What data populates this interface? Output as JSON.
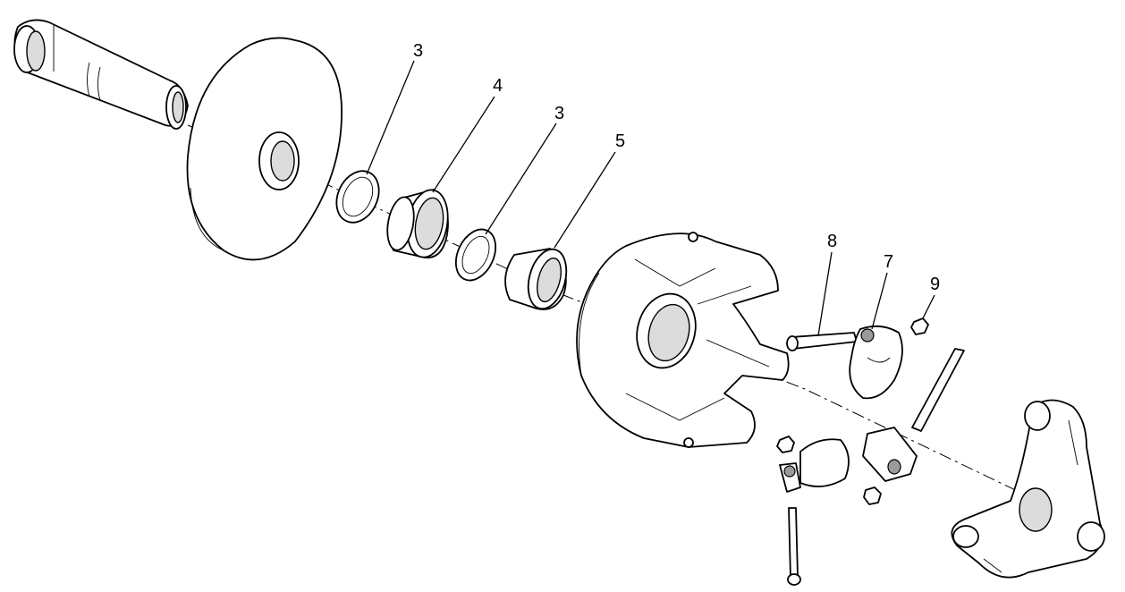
{
  "callouts": {
    "washer_top": "3",
    "bearing": "4",
    "washer_second": "3",
    "bushing": "5",
    "bolt": "8",
    "weight": "7",
    "nut": "9"
  }
}
